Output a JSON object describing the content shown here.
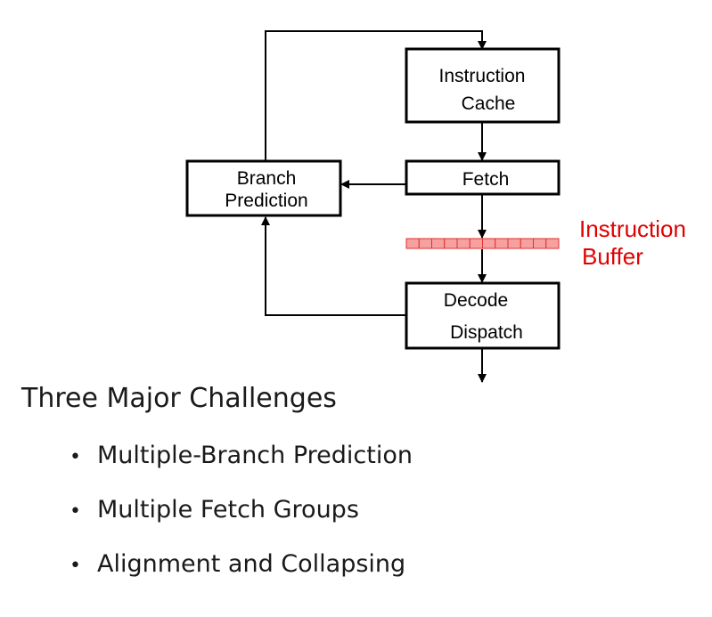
{
  "diagram": {
    "boxes": {
      "instruction_cache": {
        "line1": "Instruction",
        "line2": "Cache"
      },
      "fetch": {
        "label": "Fetch"
      },
      "branch_prediction": {
        "line1": "Branch",
        "line2": "Prediction"
      },
      "decode_dispatch": {
        "line1": "Decode",
        "line2": "Dispatch"
      }
    },
    "instruction_buffer": {
      "line1": "Instruction",
      "line2": "Buffer",
      "slots": 12,
      "label_color": "#e00000",
      "fill_color": "#f7a0a0",
      "stroke_color": "#e03030"
    }
  },
  "section": {
    "heading": "Three Major Challenges",
    "bullet_symbol": "•",
    "items": [
      "Multiple-Branch Prediction",
      "Multiple Fetch Groups",
      "Alignment and Collapsing"
    ]
  }
}
